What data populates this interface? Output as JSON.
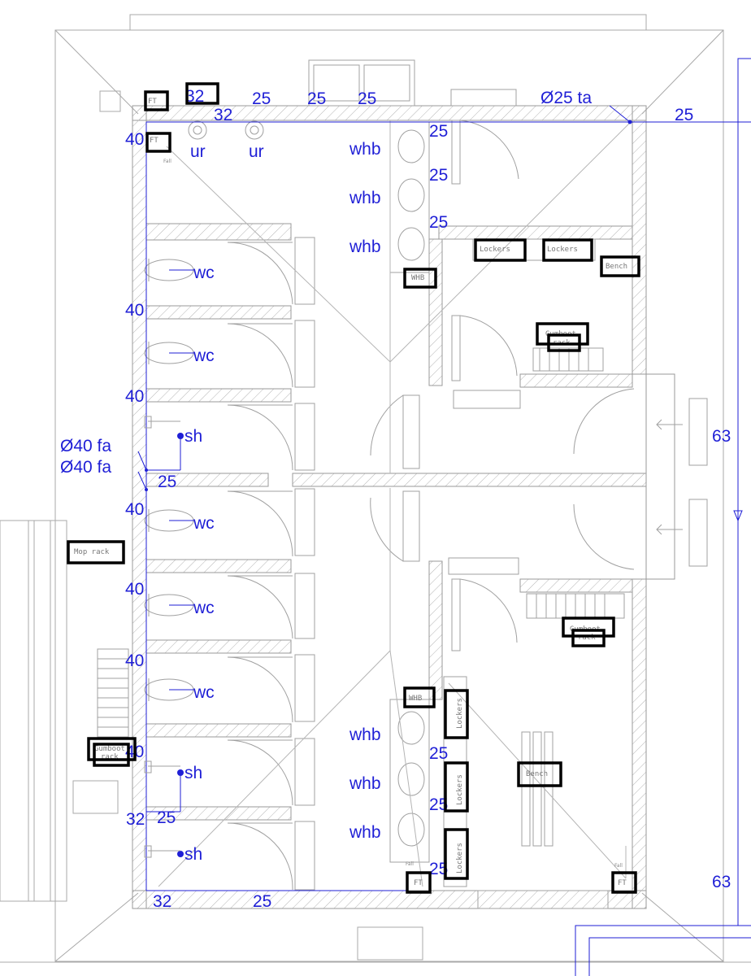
{
  "colors": {
    "pipe": "#1f1fd6",
    "line": "#9a9a9a",
    "box": "#000000",
    "hatch": "#b4b4b4"
  },
  "labels": {
    "n32a": "32",
    "n32b": "32",
    "n25a": "25",
    "n25b": "25",
    "n25c": "25",
    "ta": "Ø25 ta",
    "n25ta": "25",
    "ur1": "ur",
    "ur2": "ur",
    "n40a": "40",
    "whb1": "whb",
    "whb2": "whb",
    "whb3": "whb",
    "n25w1": "25",
    "n25w2": "25",
    "n25w3": "25",
    "wc1": "wc",
    "wc2": "wc",
    "wc3": "wc",
    "wc4": "wc",
    "wc5": "wc",
    "n40b": "40",
    "n40c": "40",
    "sh1": "sh",
    "sh2": "sh",
    "sh3": "sh",
    "fa1": "Ø40 fa",
    "fa2": "Ø40 fa",
    "n25fa": "25",
    "n40d": "40",
    "n40e": "40",
    "n40f": "40",
    "n40g": "40",
    "n63a": "63",
    "n63b": "63",
    "whb4": "whb",
    "whb5": "whb",
    "whb6": "whb",
    "n25w4": "25",
    "n25w5": "25",
    "n25w6": "25",
    "n32c": "32",
    "n25d": "25",
    "n32d": "32",
    "n25e": "25"
  },
  "tags": {
    "ft": "FT",
    "whb": "WHB",
    "lockers": "Lockers",
    "bench": "Bench",
    "gumboot1": "Gumboot",
    "gumboot2": "rack",
    "mop": "Mop rack",
    "fall": "Fall"
  }
}
